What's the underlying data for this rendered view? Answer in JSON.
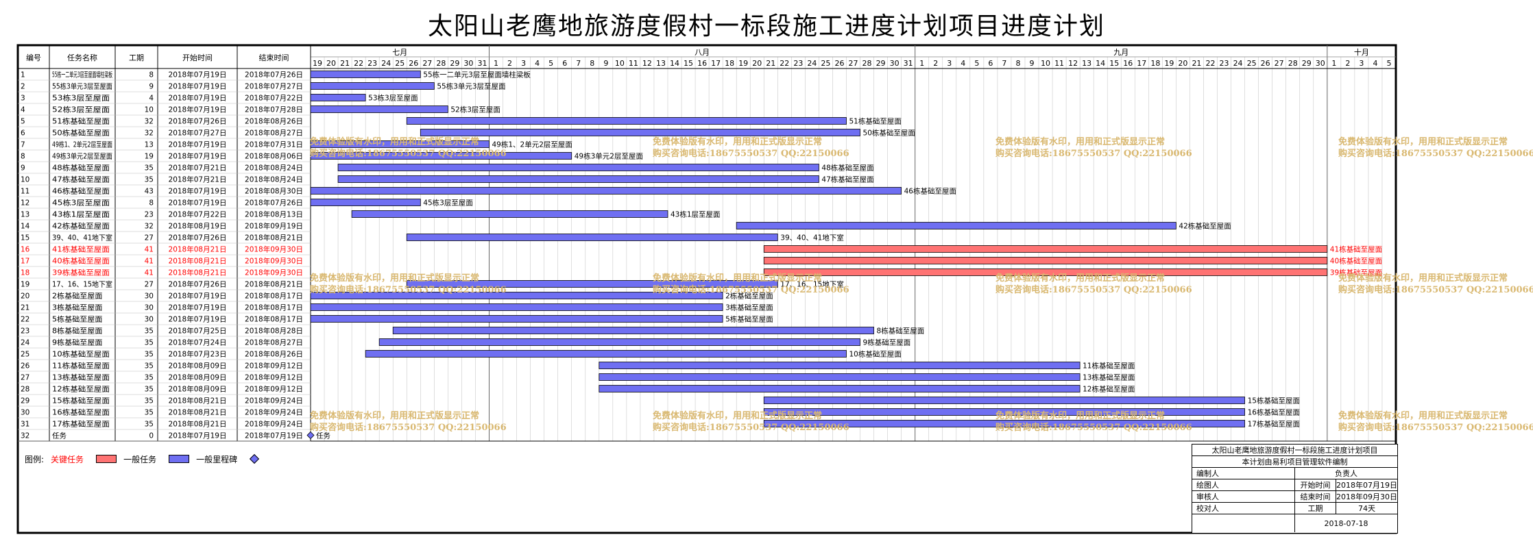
{
  "title": "太阳山老鹰地旅游度假村一标段施工进度计划项目进度计划",
  "headers": {
    "id": "编号",
    "name": "任务名称",
    "duration": "工期",
    "start": "开始时间",
    "end": "结束时间"
  },
  "timeline": {
    "months": [
      {
        "label": "七月",
        "days": [
          "19",
          "20",
          "21",
          "22",
          "23",
          "24",
          "25",
          "26",
          "27",
          "28",
          "29",
          "30",
          "31"
        ]
      },
      {
        "label": "八月",
        "days": [
          "1",
          "2",
          "3",
          "4",
          "5",
          "6",
          "7",
          "8",
          "9",
          "10",
          "11",
          "12",
          "13",
          "14",
          "15",
          "16",
          "17",
          "18",
          "19",
          "20",
          "21",
          "22",
          "23",
          "24",
          "25",
          "26",
          "27",
          "28",
          "29",
          "30",
          "31"
        ]
      },
      {
        "label": "九月",
        "days": [
          "1",
          "2",
          "3",
          "4",
          "5",
          "6",
          "7",
          "8",
          "9",
          "10",
          "11",
          "12",
          "13",
          "14",
          "15",
          "16",
          "17",
          "18",
          "19",
          "20",
          "21",
          "22",
          "23",
          "24",
          "25",
          "26",
          "27",
          "28",
          "29",
          "30"
        ]
      },
      {
        "label": "十月",
        "days": [
          "1",
          "2",
          "3",
          "4",
          "5"
        ]
      }
    ]
  },
  "colors": {
    "critical_bar": "#ff7373",
    "normal_bar": "#6f6ff2",
    "critical_text": "#ff0000",
    "watermark": "#d9b870",
    "grid": "#c8c8c8"
  },
  "chart_data": {
    "type": "gantt",
    "title": "太阳山老鹰地旅游度假村一标段施工进度计划项目进度计划",
    "axis_start": "2018-07-19",
    "axis_end": "2018-10-05",
    "tasks": [
      {
        "id": "1",
        "name": "55栋一二单元3层至屋面墙柱梁板",
        "duration": "8",
        "start": "2018年07月19日",
        "end": "2018年07月26日",
        "bar_label": "55栋一二单元3层至屋面墙柱梁板",
        "critical": false,
        "s": "2018-07-19",
        "e": "2018-07-26"
      },
      {
        "id": "2",
        "name": "55栋3单元3层至屋面",
        "duration": "9",
        "start": "2018年07月19日",
        "end": "2018年07月27日",
        "bar_label": "55栋3单元3层至屋面",
        "critical": false,
        "s": "2018-07-19",
        "e": "2018-07-27"
      },
      {
        "id": "3",
        "name": "53栋3层至屋面",
        "duration": "4",
        "start": "2018年07月19日",
        "end": "2018年07月22日",
        "bar_label": "53栋3层至屋面",
        "critical": false,
        "s": "2018-07-19",
        "e": "2018-07-22"
      },
      {
        "id": "4",
        "name": "52栋3层至屋面",
        "duration": "10",
        "start": "2018年07月19日",
        "end": "2018年07月28日",
        "bar_label": "52栋3层至屋面",
        "critical": false,
        "s": "2018-07-19",
        "e": "2018-07-28"
      },
      {
        "id": "5",
        "name": "51栋基础至屋面",
        "duration": "32",
        "start": "2018年07月26日",
        "end": "2018年08月26日",
        "bar_label": "51栋基础至屋面",
        "critical": false,
        "s": "2018-07-26",
        "e": "2018-08-26"
      },
      {
        "id": "6",
        "name": "50栋基础至屋面",
        "duration": "32",
        "start": "2018年07月27日",
        "end": "2018年08月27日",
        "bar_label": "50栋基础至屋面",
        "critical": false,
        "s": "2018-07-27",
        "e": "2018-08-27"
      },
      {
        "id": "7",
        "name": "49栋1、2单元2层至屋面",
        "duration": "13",
        "start": "2018年07月19日",
        "end": "2018年07月31日",
        "bar_label": "49栋1、2单元2层至屋面",
        "critical": false,
        "s": "2018-07-19",
        "e": "2018-07-31"
      },
      {
        "id": "8",
        "name": "49栋3单元2层至屋面",
        "duration": "19",
        "start": "2018年07月19日",
        "end": "2018年08月06日",
        "bar_label": "49栋3单元2层至屋面",
        "critical": false,
        "s": "2018-07-19",
        "e": "2018-08-06"
      },
      {
        "id": "9",
        "name": "48栋基础至屋面",
        "duration": "35",
        "start": "2018年07月21日",
        "end": "2018年08月24日",
        "bar_label": "48栋基础至屋面",
        "critical": false,
        "s": "2018-07-21",
        "e": "2018-08-24"
      },
      {
        "id": "10",
        "name": "47栋基础至屋面",
        "duration": "35",
        "start": "2018年07月21日",
        "end": "2018年08月24日",
        "bar_label": "47栋基础至屋面",
        "critical": false,
        "s": "2018-07-21",
        "e": "2018-08-24"
      },
      {
        "id": "11",
        "name": "46栋基础至屋面",
        "duration": "43",
        "start": "2018年07月19日",
        "end": "2018年08月30日",
        "bar_label": "46栋基础至屋面",
        "critical": false,
        "s": "2018-07-19",
        "e": "2018-08-30"
      },
      {
        "id": "12",
        "name": "45栋3层至屋面",
        "duration": "8",
        "start": "2018年07月19日",
        "end": "2018年07月26日",
        "bar_label": "45栋3层至屋面",
        "critical": false,
        "s": "2018-07-19",
        "e": "2018-07-26"
      },
      {
        "id": "13",
        "name": "43栋1层至屋面",
        "duration": "23",
        "start": "2018年07月22日",
        "end": "2018年08月13日",
        "bar_label": "43栋1层至屋面",
        "critical": false,
        "s": "2018-07-22",
        "e": "2018-08-13"
      },
      {
        "id": "14",
        "name": "42栋基础至屋面",
        "duration": "32",
        "start": "2018年08月19日",
        "end": "2018年09月19日",
        "bar_label": "42栋基础至屋面",
        "critical": false,
        "s": "2018-08-19",
        "e": "2018-09-19"
      },
      {
        "id": "15",
        "name": "39、40、41地下室",
        "duration": "27",
        "start": "2018年07月26日",
        "end": "2018年08月21日",
        "bar_label": "39、40、41地下室",
        "critical": false,
        "s": "2018-07-26",
        "e": "2018-08-21"
      },
      {
        "id": "16",
        "name": "41栋基础至屋面",
        "duration": "41",
        "start": "2018年08月21日",
        "end": "2018年09月30日",
        "bar_label": "41栋基础至屋面",
        "critical": true,
        "s": "2018-08-21",
        "e": "2018-09-30"
      },
      {
        "id": "17",
        "name": "40栋基础至屋面",
        "duration": "41",
        "start": "2018年08月21日",
        "end": "2018年09月30日",
        "bar_label": "40栋基础至屋面",
        "critical": true,
        "s": "2018-08-21",
        "e": "2018-09-30"
      },
      {
        "id": "18",
        "name": "39栋基础至屋面",
        "duration": "41",
        "start": "2018年08月21日",
        "end": "2018年09月30日",
        "bar_label": "39栋基础至屋面",
        "critical": true,
        "s": "2018-08-21",
        "e": "2018-09-30"
      },
      {
        "id": "19",
        "name": "17、16、15地下室",
        "duration": "27",
        "start": "2018年07月26日",
        "end": "2018年08月21日",
        "bar_label": "17、16、15地下室",
        "critical": false,
        "s": "2018-07-26",
        "e": "2018-08-21"
      },
      {
        "id": "20",
        "name": "2栋基础至屋面",
        "duration": "30",
        "start": "2018年07月19日",
        "end": "2018年08月17日",
        "bar_label": "2栋基础至屋面",
        "critical": false,
        "s": "2018-07-19",
        "e": "2018-08-17"
      },
      {
        "id": "21",
        "name": "3栋基础至屋面",
        "duration": "30",
        "start": "2018年07月19日",
        "end": "2018年08月17日",
        "bar_label": "3栋基础至屋面",
        "critical": false,
        "s": "2018-07-19",
        "e": "2018-08-17"
      },
      {
        "id": "22",
        "name": "5栋基础至屋面",
        "duration": "30",
        "start": "2018年07月19日",
        "end": "2018年08月17日",
        "bar_label": "5栋基础至屋面",
        "critical": false,
        "s": "2018-07-19",
        "e": "2018-08-17"
      },
      {
        "id": "23",
        "name": "8栋基础至屋面",
        "duration": "35",
        "start": "2018年07月25日",
        "end": "2018年08月28日",
        "bar_label": "8栋基础至屋面",
        "critical": false,
        "s": "2018-07-25",
        "e": "2018-08-28"
      },
      {
        "id": "24",
        "name": "9栋基础至屋面",
        "duration": "35",
        "start": "2018年07月24日",
        "end": "2018年08月27日",
        "bar_label": "9栋基础至屋面",
        "critical": false,
        "s": "2018-07-24",
        "e": "2018-08-27"
      },
      {
        "id": "25",
        "name": "10栋基础至屋面",
        "duration": "35",
        "start": "2018年07月23日",
        "end": "2018年08月26日",
        "bar_label": "10栋基础至屋面",
        "critical": false,
        "s": "2018-07-23",
        "e": "2018-08-26"
      },
      {
        "id": "26",
        "name": "11栋基础至屋面",
        "duration": "35",
        "start": "2018年08月09日",
        "end": "2018年09月12日",
        "bar_label": "11栋基础至屋面",
        "critical": false,
        "s": "2018-08-09",
        "e": "2018-09-12"
      },
      {
        "id": "27",
        "name": "13栋基础至屋面",
        "duration": "35",
        "start": "2018年08月09日",
        "end": "2018年09月12日",
        "bar_label": "13栋基础至屋面",
        "critical": false,
        "s": "2018-08-09",
        "e": "2018-09-12"
      },
      {
        "id": "28",
        "name": "12栋基础至屋面",
        "duration": "35",
        "start": "2018年08月09日",
        "end": "2018年09月12日",
        "bar_label": "12栋基础至屋面",
        "critical": false,
        "s": "2018-08-09",
        "e": "2018-09-12"
      },
      {
        "id": "29",
        "name": "15栋基础至屋面",
        "duration": "35",
        "start": "2018年08月21日",
        "end": "2018年09月24日",
        "bar_label": "15栋基础至屋面",
        "critical": false,
        "s": "2018-08-21",
        "e": "2018-09-24"
      },
      {
        "id": "30",
        "name": "16栋基础至屋面",
        "duration": "35",
        "start": "2018年08月21日",
        "end": "2018年09月24日",
        "bar_label": "16栋基础至屋面",
        "critical": false,
        "s": "2018-08-21",
        "e": "2018-09-24"
      },
      {
        "id": "31",
        "name": "17栋基础至屋面",
        "duration": "35",
        "start": "2018年08月21日",
        "end": "2018年09月24日",
        "bar_label": "17栋基础至屋面",
        "critical": false,
        "s": "2018-08-21",
        "e": "2018-09-24"
      },
      {
        "id": "32",
        "name": "任务",
        "duration": "0",
        "start": "2018年07月19日",
        "end": "2018年07月19日",
        "bar_label": "任务",
        "critical": false,
        "milestone": true,
        "s": "2018-07-19",
        "e": "2018-07-19"
      }
    ]
  },
  "legend": {
    "title": "图例:",
    "critical": "关键任务",
    "normal": "一般任务",
    "milestone": "一般里程碑"
  },
  "footer": {
    "line1": "太阳山老鹰地旅游度假村一标段施工进度计划项目",
    "line2": "本计划由易利项目管理软件编制",
    "compiler": "编制人",
    "owner": "负责人",
    "drawer": "绘图人",
    "start_label": "开始时间",
    "start_value": "2018年07月19日",
    "reviewer": "审核人",
    "end_label": "结束时间",
    "end_value": "2018年09月30日",
    "checker": "校对人",
    "duration_label": "工期",
    "duration_value": "74天",
    "date": "2018-07-18"
  },
  "watermark": {
    "line1": "免费体验版有水印，用用和正式版显示正常",
    "line2": "购买咨询电话:18675550537 QQ:22150066"
  }
}
